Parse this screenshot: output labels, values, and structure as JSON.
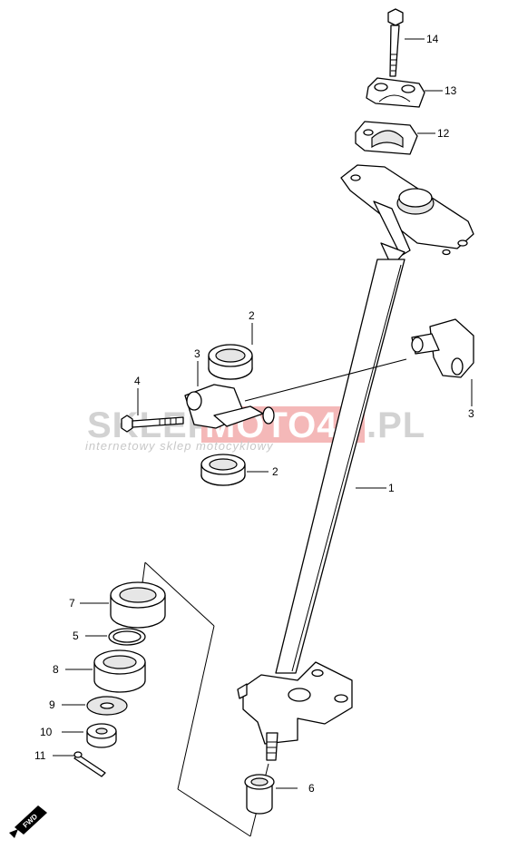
{
  "watermark": {
    "prefix": "SKLEP",
    "highlight": "MOTO45",
    "suffix": ".PL",
    "tagline": "internetowy sklep motocyklowy",
    "colors": {
      "gray": "#c8c8c8",
      "red": "#e88080"
    }
  },
  "callouts": [
    {
      "id": "c14",
      "label": "14"
    },
    {
      "id": "c13",
      "label": "13"
    },
    {
      "id": "c12",
      "label": "12"
    },
    {
      "id": "c2a",
      "label": "2"
    },
    {
      "id": "c3a",
      "label": "3"
    },
    {
      "id": "c3b",
      "label": "3"
    },
    {
      "id": "c4",
      "label": "4"
    },
    {
      "id": "c2b",
      "label": "2"
    },
    {
      "id": "c1",
      "label": "1"
    },
    {
      "id": "c7",
      "label": "7"
    },
    {
      "id": "c5",
      "label": "5"
    },
    {
      "id": "c8",
      "label": "8"
    },
    {
      "id": "c9",
      "label": "9"
    },
    {
      "id": "c10",
      "label": "10"
    },
    {
      "id": "c11",
      "label": "11"
    },
    {
      "id": "c6",
      "label": "6"
    }
  ],
  "fwd_label": "FWD"
}
